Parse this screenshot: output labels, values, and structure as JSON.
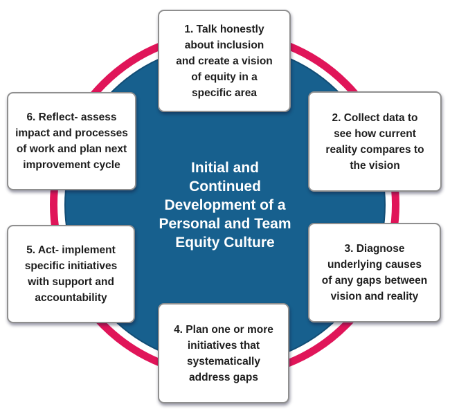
{
  "colors": {
    "circle-blue": "#17608E",
    "circle-edge": "#124d75",
    "ring-pink": "#E01559",
    "box-border": "#8F8F8F",
    "box-bg": "#FFFFFF",
    "box-text": "#1E1E1E",
    "center-text": "#FFFFFF"
  },
  "diagram": {
    "center": {
      "title_lines": [
        "Initial and",
        "Continued",
        "Development of a",
        "Personal and Team",
        "Equity Culture"
      ]
    },
    "steps": [
      {
        "lines": [
          "1. Talk honestly",
          "about inclusion",
          "and create a vision",
          "of equity in a",
          "specific area"
        ]
      },
      {
        "lines": [
          "2. Collect data to",
          "see how current",
          "reality compares to",
          "the vision"
        ]
      },
      {
        "lines": [
          "3. Diagnose",
          "underlying causes",
          "of any gaps between",
          "vision and reality"
        ]
      },
      {
        "lines": [
          "4. Plan one or more",
          "initiatives that",
          "systematically",
          "address gaps"
        ]
      },
      {
        "lines": [
          "5. Act- implement",
          "specific initiatives",
          "with support and",
          "accountability"
        ]
      },
      {
        "lines": [
          "6. Reflect- assess",
          "impact and processes",
          "of work and plan next",
          "improvement cycle"
        ]
      }
    ]
  }
}
